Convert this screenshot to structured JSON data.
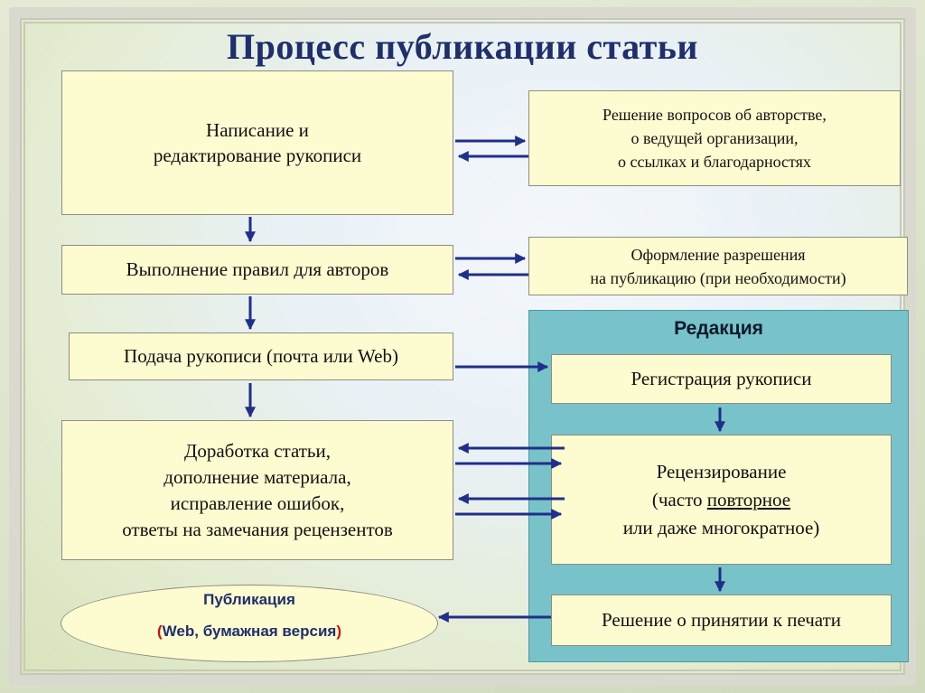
{
  "title": "Процесс публикации статьи",
  "boxes": {
    "writing": [
      "Написание и",
      "редактирование рукописи"
    ],
    "authorship": [
      "Решение вопросов об авторстве,",
      "о ведущей организации,",
      "о ссылках и благодарностях"
    ],
    "rules": "Выполнение правил для авторов",
    "permission": [
      "Оформление разрешения",
      "на публикацию (при необходимости)"
    ],
    "submission": "Подача рукописи (почта или Web)",
    "revision": [
      "Доработка статьи,",
      "дополнение материала,",
      "исправление ошибок,",
      "ответы на замечания рецензентов"
    ]
  },
  "editorial": {
    "title": "Редакция",
    "registration": "Регистрация рукописи",
    "review_line1": "Рецензирование",
    "review_line2_prefix": "(часто ",
    "review_line2_underlined": "повторное",
    "review_line3": "или даже многократное)",
    "decision": "Решение о принятии к печати"
  },
  "publication": {
    "line1": "Публикация",
    "paren_open": "(",
    "line2_text": "Web, бумажная версия",
    "paren_close": ")"
  },
  "colors": {
    "title": "#1f2f6b",
    "box_fill": "#fdfbd0",
    "editorial_fill": "#78c2c9",
    "arrow": "#1f2f8a",
    "paren_accent": "#cc1010"
  }
}
